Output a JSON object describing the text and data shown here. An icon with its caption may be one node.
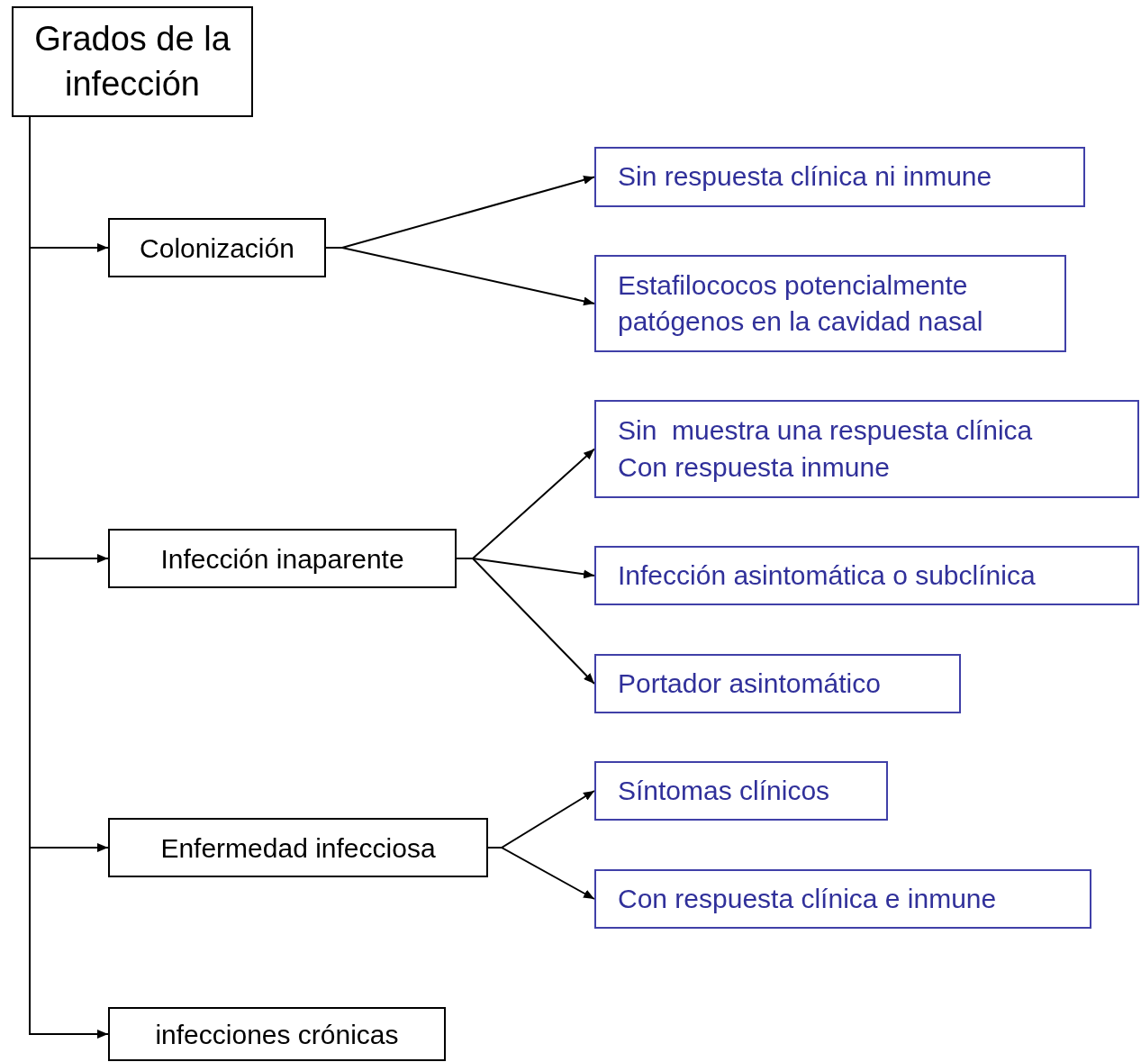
{
  "diagram": {
    "nodes": [
      {
        "text": [
          "Grados de la infección"
        ]
      },
      {
        "text": [
          "Colonización"
        ]
      },
      {
        "text": [
          "Sin respuesta clínica ni inmune"
        ]
      },
      {
        "text": [
          "Estafilococos potencialmente patógenos en la cavidad nasal"
        ]
      },
      {
        "text": [
          "Infección inaparente"
        ]
      },
      {
        "text": [
          "Sin  muestra una respuesta clínica",
          "Con respuesta inmune"
        ]
      },
      {
        "text": [
          "Infección asintomática o subclínica"
        ]
      },
      {
        "text": [
          "Portador asintomático"
        ]
      },
      {
        "text": [
          "Enfermedad infecciosa"
        ]
      },
      {
        "text": [
          "Síntomas clínicos"
        ]
      },
      {
        "text": [
          "Con respuesta clínica e inmune"
        ]
      },
      {
        "text": [
          "infecciones crónicas"
        ]
      }
    ],
    "edges": [
      {
        "from": 0,
        "to": 1,
        "arrow": "to"
      },
      {
        "from": 0,
        "to": 4,
        "arrow": "to"
      },
      {
        "from": 0,
        "to": 8,
        "arrow": "to"
      },
      {
        "from": 0,
        "to": 11,
        "arrow": "to"
      },
      {
        "from": 1,
        "to": 2,
        "arrow": "to"
      },
      {
        "from": 1,
        "to": 3,
        "arrow": "to"
      },
      {
        "from": 4,
        "to": 5,
        "arrow": "to"
      },
      {
        "from": 4,
        "to": 6,
        "arrow": "to"
      },
      {
        "from": 4,
        "to": 7,
        "arrow": "to"
      },
      {
        "from": 8,
        "to": 9,
        "arrow": "to"
      },
      {
        "from": 8,
        "to": 10,
        "arrow": "to"
      }
    ]
  }
}
